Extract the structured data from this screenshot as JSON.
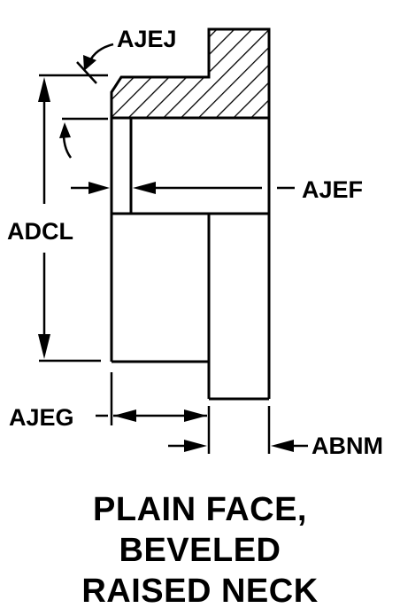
{
  "labels": {
    "ajej": "AJEJ",
    "ajef": "AJEF",
    "adcl": "ADCL",
    "ajeg": "AJEG",
    "abnm": "ABNM"
  },
  "caption": {
    "line1": "PLAIN FACE,",
    "line2": "BEVELED",
    "line3": "RAISED NECK"
  },
  "colors": {
    "ink": "#000000",
    "background": "#ffffff"
  }
}
